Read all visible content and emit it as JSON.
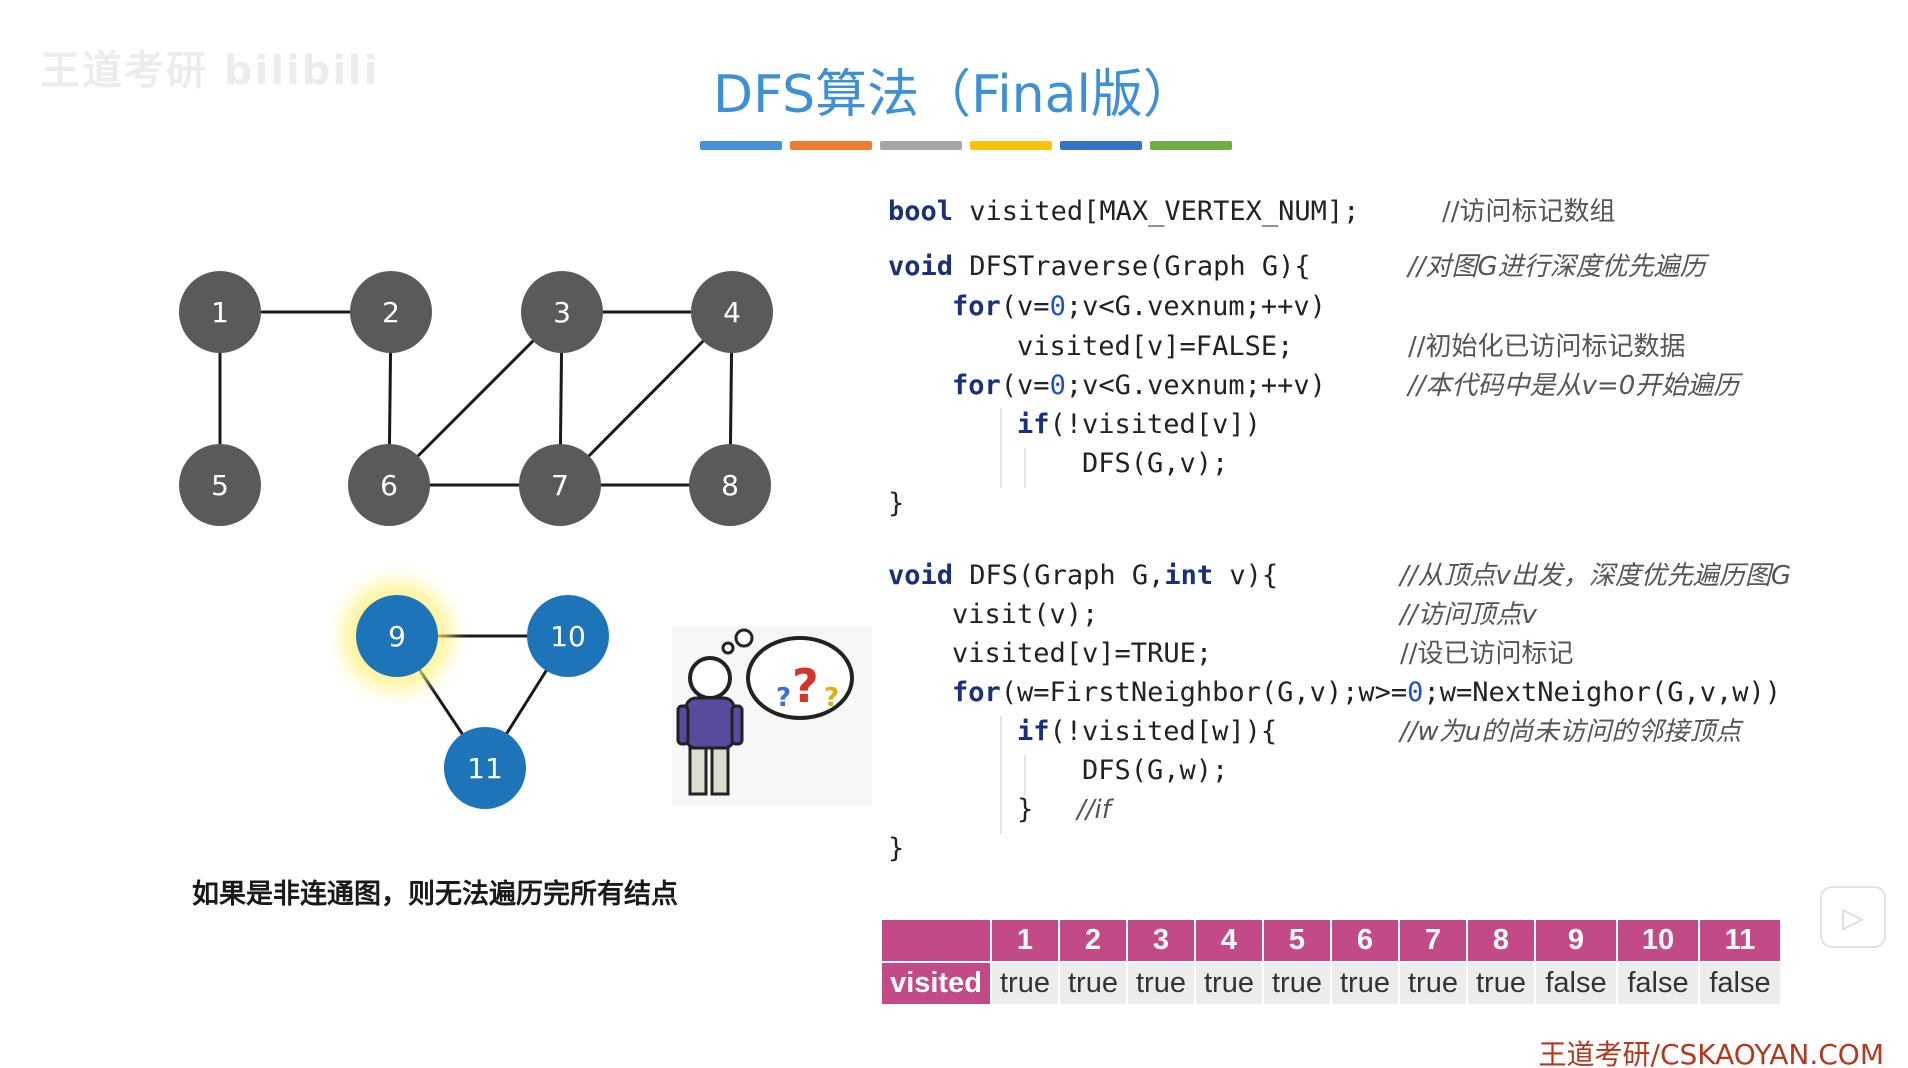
{
  "watermark": "王道考研 bilibili",
  "title": "DFS算法（Final版）",
  "title_bar_colors": [
    "#4a90d9",
    "#ee7d31",
    "#a6a6a6",
    "#fbc20d",
    "#3574c5",
    "#6fae47"
  ],
  "graph": {
    "nodes": [
      "1",
      "2",
      "3",
      "4",
      "5",
      "6",
      "7",
      "8",
      "9",
      "10",
      "11"
    ],
    "highlighted_node": "9"
  },
  "caption": "如果是非连通图，则无法遍历完所有结点",
  "code": {
    "line1": {
      "kw": "bool",
      "rest": " visited[MAX_VERTEX_NUM];",
      "comment": "//访问标记数组"
    },
    "traverse": {
      "header_kw": "void",
      "header_rest": " DFSTraverse(Graph G){",
      "header_comment": "//对图G进行深度优先遍历",
      "for1_kw": "for",
      "for1_a": "(v=",
      "for1_num": "0",
      "for1_b": ";v<G.vexnum;++v)",
      "init": "visited[v]=FALSE;",
      "init_comment": "//初始化已访问标记数据",
      "for2_kw": "for",
      "for2_a": "(v=",
      "for2_num": "0",
      "for2_b": ";v<G.vexnum;++v)",
      "for2_comment": "//本代码中是从v=0开始遍历",
      "if_kw": "if",
      "if_rest": "(!visited[v])",
      "call": "DFS(G,v);",
      "close": "}"
    },
    "dfs": {
      "header_kw": "void",
      "header_a": " DFS(Graph G,",
      "header_kw2": "int",
      "header_b": " v){",
      "header_comment": "//从顶点v出发，深度优先遍历图G",
      "visit": "visit(v);",
      "visit_comment": "//访问顶点v",
      "mark": "visited[v]=TRUE;",
      "mark_comment": "//设已访问标记",
      "for_kw": "for",
      "for_a": "(w=FirstNeighbor(G,v);w>=",
      "for_num": "0",
      "for_b": ";w=NextNeighor(G,v,w))",
      "if_kw": "if",
      "if_rest": "(!visited[w]){",
      "if_comment": "//w为u的尚未访问的邻接顶点",
      "call": "DFS(G,w);",
      "brace": "}",
      "brace_comment": "//if",
      "close": "}"
    }
  },
  "visited_table": {
    "row_label": "visited",
    "indices": [
      "1",
      "2",
      "3",
      "4",
      "5",
      "6",
      "7",
      "8",
      "9",
      "10",
      "11"
    ],
    "values": [
      "true",
      "true",
      "true",
      "true",
      "true",
      "true",
      "true",
      "true",
      "false",
      "false",
      "false"
    ]
  },
  "site": "王道考研/CSKAOYAN.COM",
  "play_icon": "▷"
}
